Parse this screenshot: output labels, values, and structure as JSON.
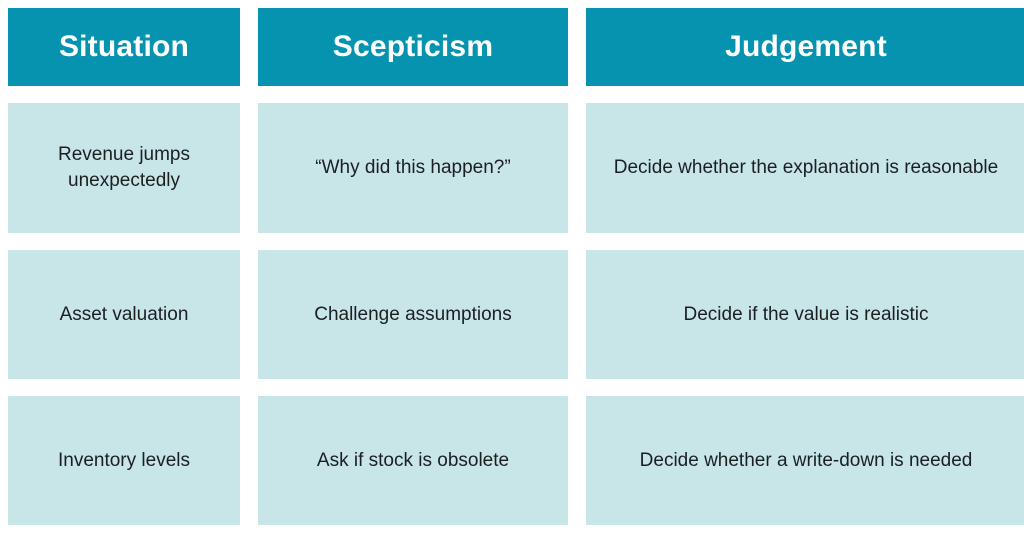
{
  "table": {
    "columns": [
      {
        "key": "situation",
        "header": "Situation"
      },
      {
        "key": "scepticism",
        "header": "Scepticism"
      },
      {
        "key": "judgement",
        "header": "Judgement"
      }
    ],
    "rows": [
      {
        "situation": "Revenue jumps unexpectedly",
        "scepticism": "“Why did this happen?”",
        "judgement": "Decide whether the explanation is reasonable"
      },
      {
        "situation": "Asset valuation",
        "scepticism": "Challenge assumptions",
        "judgement": "Decide if the value is realistic"
      },
      {
        "situation": "Inventory levels",
        "scepticism": "Ask if stock is obsolete",
        "judgement": "Decide whether a write-down is needed"
      }
    ]
  },
  "colors": {
    "header_background": "#0593B0",
    "header_text": "#FFFFFF",
    "cell_background": "#C8E5E8",
    "cell_text": "#1B1F22",
    "page_background": "#FFFFFF"
  }
}
